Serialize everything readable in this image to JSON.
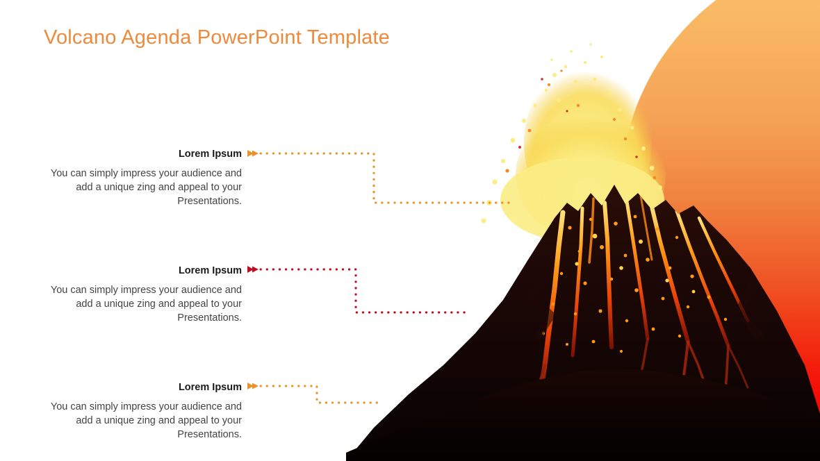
{
  "slide": {
    "title": "Volcano Agenda PowerPoint Template",
    "title_color": "#ef8a3c",
    "background_color": "#ffffff"
  },
  "theme": {
    "accent_orange": "#e8922c",
    "accent_red": "#c00d1e",
    "heading_color": "#1a1a1a",
    "body_color": "#434343",
    "sun_gradient_top": "#fcc06a",
    "sun_gradient_mid": "#f0813f",
    "sun_gradient_bottom": "#fa0202",
    "lava_yellow": "#fbec84",
    "lava_orange": "#f26a10",
    "rock_dark": "#0b0403"
  },
  "agenda_items": [
    {
      "heading": "Lorem Ipsum",
      "body": "You can simply impress your audience and add a unique zing and appeal to your Presentations.",
      "connector_color": "#e8922c",
      "arrow_icon": "arrow-left-icon"
    },
    {
      "heading": "Lorem Ipsum",
      "body": "You can simply impress your audience and add a unique zing and appeal to your Presentations.",
      "connector_color": "#c00d1e",
      "arrow_icon": "arrow-left-icon"
    },
    {
      "heading": "Lorem Ipsum",
      "body": "You can simply impress your audience and add a unique zing and appeal to your Presentations.",
      "connector_color": "#e8922c",
      "arrow_icon": "arrow-left-icon"
    }
  ],
  "illustration": {
    "name": "erupting-volcano-illustration",
    "alt": "Erupting volcano with lava plume"
  }
}
